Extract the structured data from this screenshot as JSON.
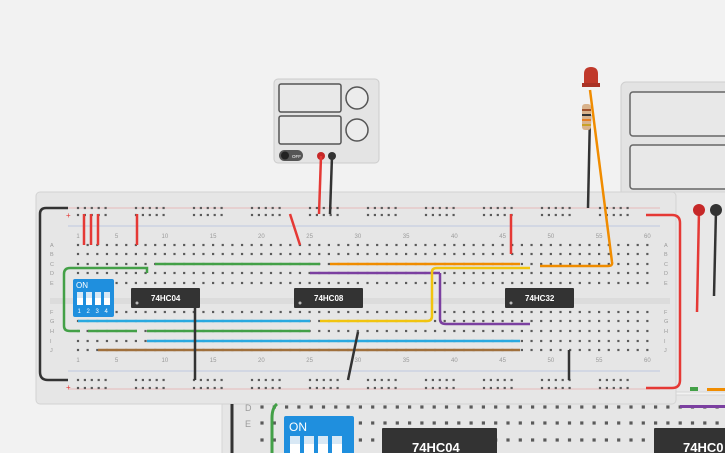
{
  "main_board": {
    "column_numbers": [
      "1",
      "5",
      "10",
      "15",
      "20",
      "25",
      "30",
      "35",
      "40",
      "45",
      "50",
      "55",
      "60"
    ],
    "row_letters_top": [
      "A",
      "B",
      "C",
      "D",
      "E"
    ],
    "row_letters_bottom": [
      "F",
      "G",
      "H",
      "I",
      "J"
    ]
  },
  "second_board": {
    "row_letters": [
      "D",
      "E"
    ]
  },
  "chips": [
    {
      "label": "74HC04"
    },
    {
      "label": "74HC08"
    },
    {
      "label": "74HC32"
    }
  ],
  "second_chips": [
    {
      "label": "74HC04"
    },
    {
      "label": "74HC0"
    }
  ],
  "dip_switch": {
    "on_label": "ON",
    "numbers": [
      "1",
      "2",
      "3",
      "4"
    ]
  },
  "second_dip_switch": {
    "on_label": "ON"
  },
  "power_supply": {
    "switch_label": "OFF"
  },
  "colors": {
    "board": "#e6e6e6",
    "red_wire": "#e53935",
    "black_wire": "#333333",
    "green_wire": "#43a047",
    "orange_wire": "#f08c00",
    "purple_wire": "#7b3fa0",
    "yellow_wire": "#f1c40f",
    "blue_wire": "#29a9e0",
    "brown_wire": "#a0703c",
    "chip": "#333333",
    "dip_switch": "#1f8fde"
  }
}
